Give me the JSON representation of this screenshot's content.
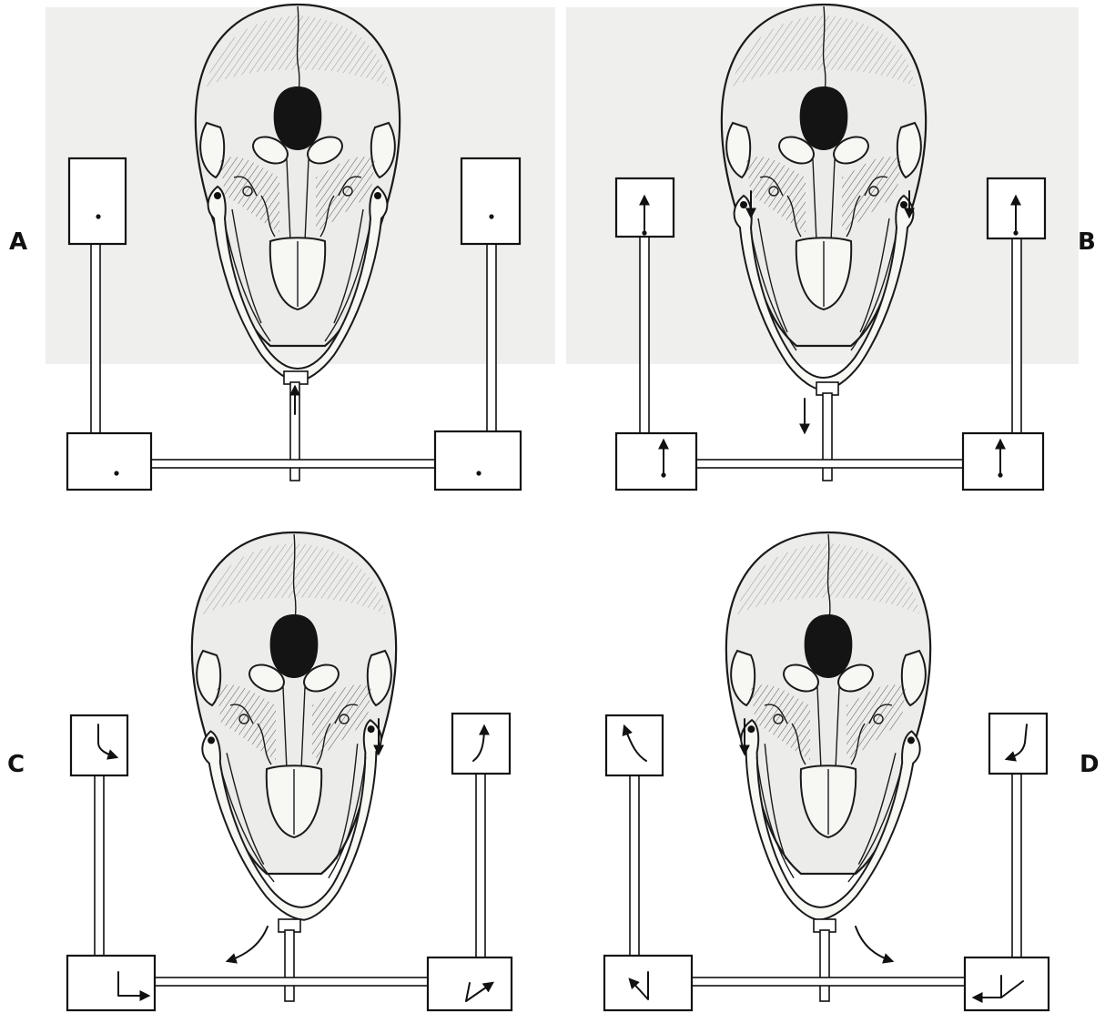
{
  "figure": {
    "panels": [
      {
        "id": "A",
        "label": "A",
        "skull": "closed",
        "motion": "none"
      },
      {
        "id": "B",
        "label": "B",
        "skull": "opening",
        "motion": "depression"
      },
      {
        "id": "C",
        "label": "C",
        "skull": "open",
        "motion": "lateral-left"
      },
      {
        "id": "D",
        "label": "D",
        "skull": "open",
        "motion": "lateral-right"
      }
    ],
    "colors": {
      "ink": "#111111",
      "bone": "#f7f7f4",
      "shade": "#ececea",
      "background": "#ffffff"
    }
  }
}
